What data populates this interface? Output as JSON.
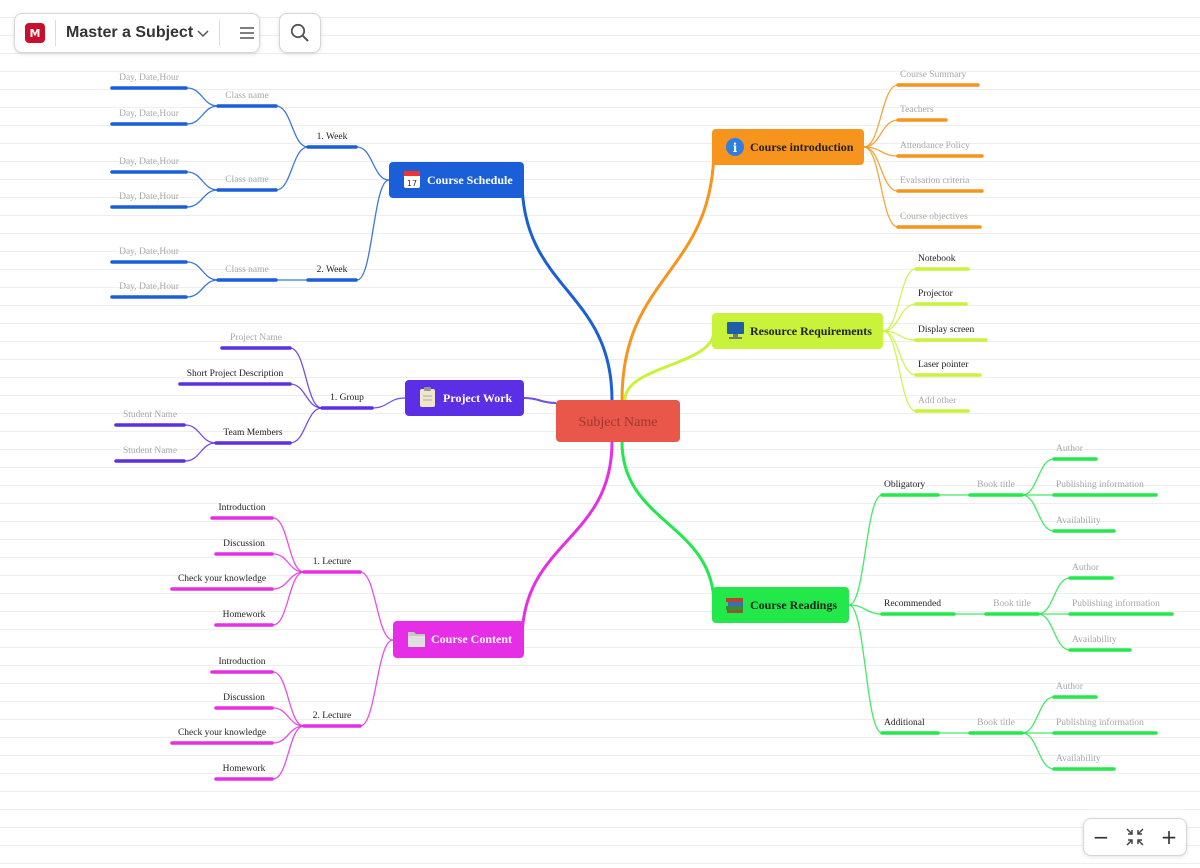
{
  "toolbar": {
    "map_title": "Master a Subject",
    "logo_icon": "mindmeister-logo-icon",
    "menu_icon": "hamburger-menu-icon",
    "search_icon": "search-icon"
  },
  "zoom": {
    "zoom_out": "−",
    "fit": "fit-to-screen-icon",
    "zoom_in": "+"
  },
  "colors": {
    "root": "#e8574a",
    "schedule": "#1a5fd8",
    "project": "#5b2fe6",
    "content": "#e62ee6",
    "intro": "#f7941d",
    "resources": "#c9f23a",
    "readings": "#22e84a"
  },
  "root": {
    "label": "Subject Name"
  },
  "topics": {
    "course_schedule": {
      "label": "Course Schedule",
      "icon": "calendar-icon",
      "week1": {
        "label": "1.  Week",
        "class1": "Class name",
        "class2": "Class name",
        "dates": [
          "Day, Date,Hour",
          "Day, Date,Hour",
          "Day, Date,Hour",
          "Day, Date,Hour"
        ]
      },
      "week2": {
        "label": "2.  Week",
        "class1": "Class name",
        "dates": [
          "Day, Date,Hour",
          "Day, Date,Hour"
        ]
      }
    },
    "project_work": {
      "label": "Project Work",
      "icon": "clipboard-icon",
      "group": {
        "label": "1.  Group",
        "project_name": "Project Name",
        "description": "Short Project Description",
        "team_members": "Team Members",
        "students": [
          "Student Name",
          "Student Name"
        ]
      }
    },
    "course_content": {
      "label": "Course Content",
      "icon": "folder-icon",
      "lecture1": {
        "label": "1.  Lecture",
        "items": [
          "Introduction",
          "Discussion",
          "Check your knowledge",
          "Homework"
        ]
      },
      "lecture2": {
        "label": "2.  Lecture",
        "items": [
          "Introduction",
          "Discussion",
          "Check your knowledge",
          "Homework"
        ]
      }
    },
    "course_introduction": {
      "label": "Course introduction",
      "icon": "info-icon",
      "items": [
        "Course Summary",
        "Teachers",
        "Attendance Policy",
        "Evalsation criteria",
        "Course objectives"
      ]
    },
    "resource_requirements": {
      "label": "Resource Requirements",
      "icon": "monitor-icon",
      "items": [
        "Notebook",
        "Projector",
        "Display screen",
        "Laser pointer",
        "Add other"
      ]
    },
    "course_readings": {
      "label": "Course Readings",
      "icon": "books-icon",
      "categories": [
        {
          "label": "Obligatory",
          "book": "Book title",
          "details": [
            "Author",
            "Publishing information",
            "Availability"
          ]
        },
        {
          "label": "Recommended",
          "book": "Book title",
          "details": [
            "Author",
            "Publishing information",
            "Availability"
          ]
        },
        {
          "label": "Additional",
          "book": "Book title",
          "details": [
            "Author",
            "Publishing information",
            "Availability"
          ]
        }
      ]
    }
  }
}
